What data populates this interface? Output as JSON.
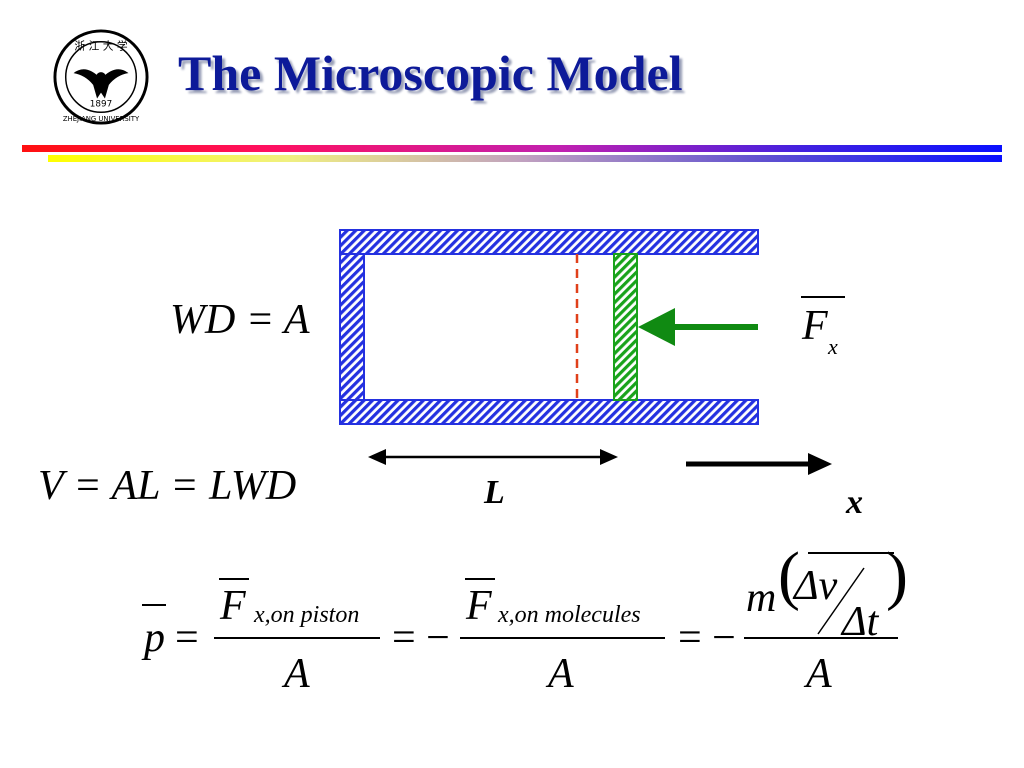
{
  "slide": {
    "title": "The Microscopic Model",
    "logo_text_top": "浙 江 大 学",
    "logo_year": "1897",
    "logo_text_bottom": "ZHEJIANG UNIVERSITY"
  },
  "equations": {
    "wd": "WD = A",
    "volume": "V = AL = LWD",
    "pressure": {
      "lhs": "p",
      "eq1": "=",
      "num1_main": "F",
      "num1_sub": "x,on piston",
      "den1": "A",
      "eq2": "= −",
      "num2_main": "F",
      "num2_sub": "x,on molecules",
      "den2": "A",
      "eq3": "= −",
      "num3_m": "m",
      "num3_dv": "Δv",
      "num3_dt": "Δt",
      "den3": "A"
    }
  },
  "diagram": {
    "force_label": "F",
    "force_sub": "x",
    "length_label": "L",
    "axis_label": "x",
    "colors": {
      "wall_hatch": "#2431e0",
      "piston_hatch": "#19a31b",
      "force_arrow": "#108a12",
      "dashed_line": "#e0401a"
    }
  }
}
